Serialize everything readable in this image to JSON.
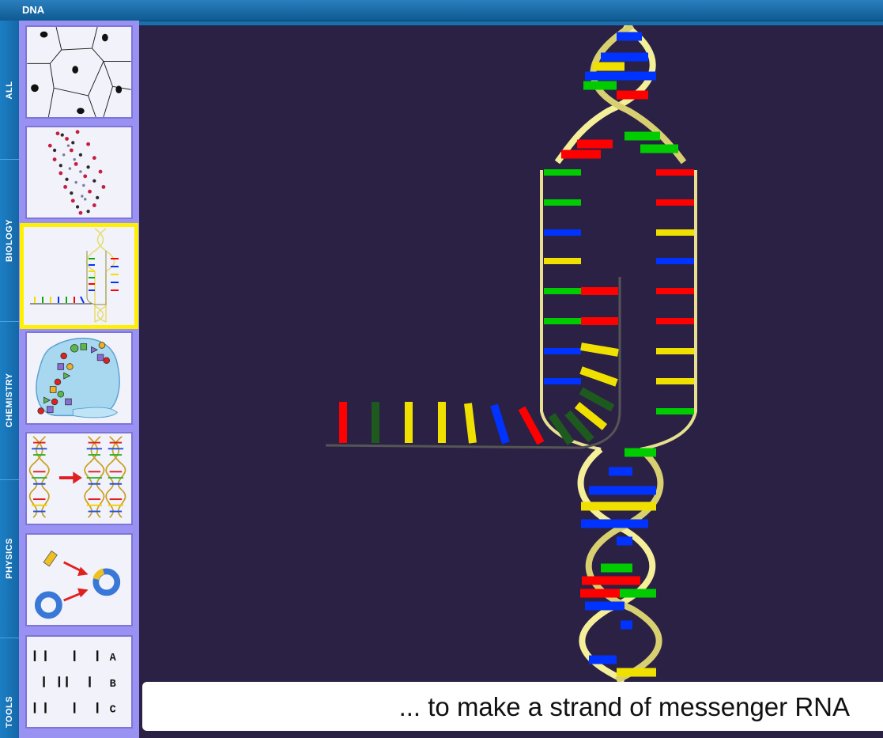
{
  "window": {
    "title": "DNA"
  },
  "categories": [
    {
      "label": "ALL"
    },
    {
      "label": "BIOLOGY"
    },
    {
      "label": "CHEMISTRY"
    },
    {
      "label": "PHYSICS"
    },
    {
      "label": "TOOLS"
    }
  ],
  "thumbnails": [
    {
      "name": "cells"
    },
    {
      "name": "dna-molecule"
    },
    {
      "name": "dna-transcription",
      "selected": true
    },
    {
      "name": "protein-synthesis"
    },
    {
      "name": "dna-replication"
    },
    {
      "name": "molecule-binding"
    },
    {
      "name": "sequence-alignment",
      "labels": [
        "A",
        "B",
        "C"
      ]
    }
  ],
  "caption": {
    "text": "... to make a strand of messenger RNA"
  },
  "colors": {
    "adenine": "#ff0000",
    "thymine": "#00cc00",
    "guanine": "#0033ff",
    "cytosine": "#f0e000",
    "backbone": "#f5ef9a",
    "background": "#2a2145",
    "selected_border": "#ffef00"
  }
}
